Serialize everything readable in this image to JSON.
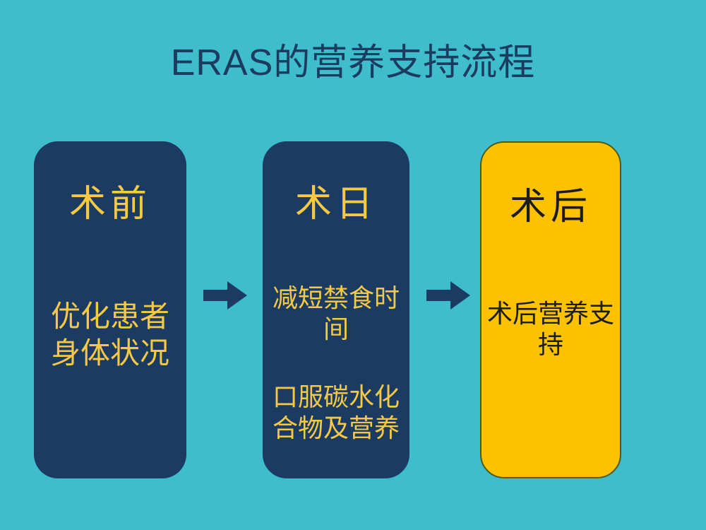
{
  "page": {
    "title": "ERAS的营养支持流程",
    "background_color": "#3fbdcd",
    "title_color": "#1b3b5f"
  },
  "flow": {
    "arrow_color": "#1b3b63",
    "arrow_1_name": "arrow-preop-to-opday",
    "arrow_2_name": "arrow-opday-to-postop",
    "stages": [
      {
        "key": "preop",
        "heading": "术前",
        "body": [
          "优化患者身体状况"
        ],
        "background_color": "#1b3b63",
        "text_color": "#f6c944"
      },
      {
        "key": "opday",
        "heading": "术日",
        "body": [
          "减短禁食时间",
          "口服碳水化合物及营养"
        ],
        "background_color": "#1b3b63",
        "text_color": "#f6c944"
      },
      {
        "key": "postop",
        "heading": "术后",
        "body": [
          "术后营养支持"
        ],
        "background_color": "#fcc200",
        "text_color": "#1c1c1c",
        "border_color": "#4d5b18"
      }
    ]
  }
}
